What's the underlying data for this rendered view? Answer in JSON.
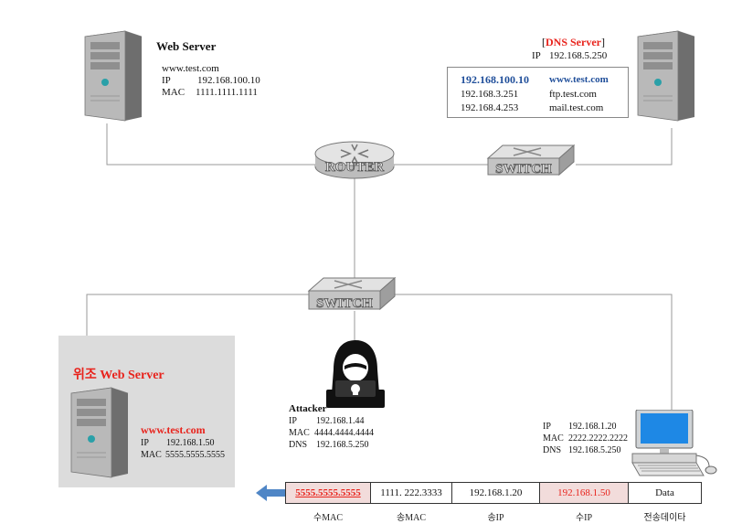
{
  "web_server": {
    "title": "Web Server",
    "domain": "www.test.com",
    "ip_label": "IP",
    "ip": "192.168.100.10",
    "mac_label": "MAC",
    "mac": "1111.1111.1111"
  },
  "dns_server": {
    "title_open": "[",
    "title": "DNS Server",
    "title_close": "]",
    "ip_label": "IP",
    "ip": "192.168.5.250",
    "records": [
      {
        "ip": "192.168.100.10",
        "host": "www.test.com"
      },
      {
        "ip": "192.168.3.251",
        "host": "ftp.test.com"
      },
      {
        "ip": "192.168.4.253",
        "host": "mail.test.com"
      }
    ]
  },
  "router": {
    "label": "ROUTER"
  },
  "switch_top": {
    "label": "SWITCH"
  },
  "switch_mid": {
    "label": "SWITCH"
  },
  "fake_server": {
    "title": "위조 Web Server",
    "domain": "www.test.com",
    "ip_label": "IP",
    "ip": "192.168.1.50",
    "mac_label": "MAC",
    "mac": "5555.5555.5555"
  },
  "attacker": {
    "title": "Attacker",
    "ip_label": "IP",
    "ip": "192.168.1.44",
    "mac_label": "MAC",
    "mac": "4444.4444.4444",
    "dns_label": "DNS",
    "dns": "192.168.5.250"
  },
  "client": {
    "ip_label": "IP",
    "ip": "192.168.1.20",
    "mac_label": "MAC",
    "mac": "2222.2222.2222",
    "dns_label": "DNS",
    "dns": "192.168.5.250"
  },
  "packet": {
    "cells": [
      "5555.5555.5555",
      "1111. 222.3333",
      "192.168.1.20",
      "192.168.1.50",
      "Data"
    ],
    "labels": [
      "수MAC",
      "송MAC",
      "송IP",
      "수IP",
      "전송데이타"
    ]
  },
  "colors": {
    "highlight_red": "#e8231c",
    "highlight_cell": "#f2dcdb",
    "arrow_blue": "#4f86c6",
    "dns_record_blue": "#1f4e9a"
  }
}
